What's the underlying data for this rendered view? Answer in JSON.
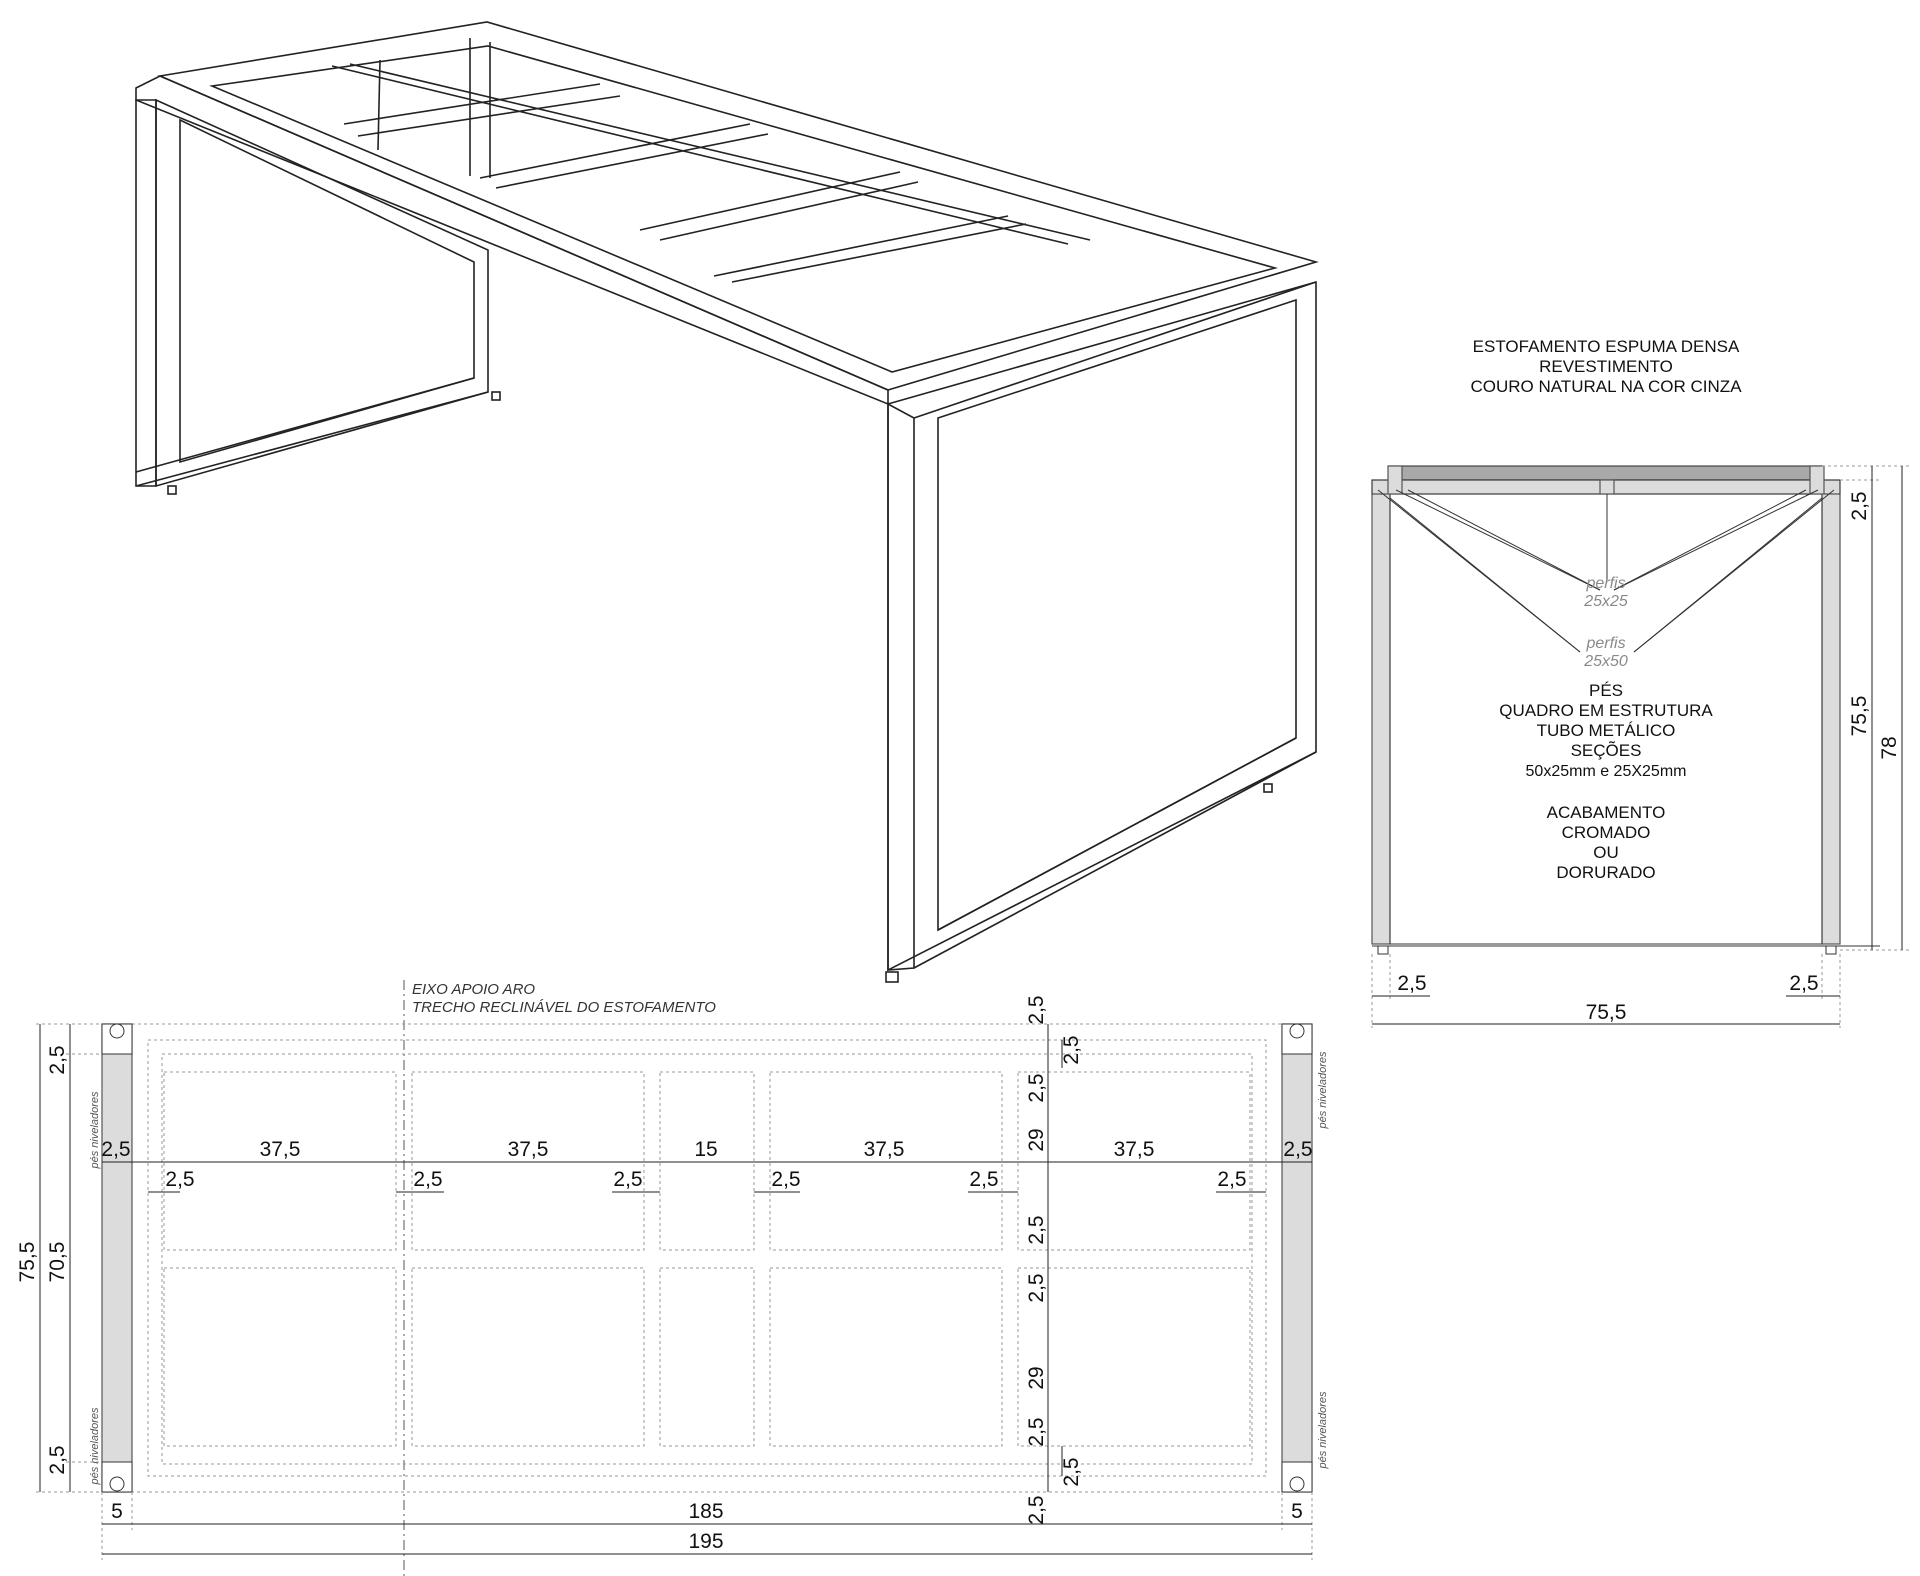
{
  "notes": {
    "upholstery": [
      "ESTOFAMENTO ESPUMA DENSA",
      "REVESTIMENTO",
      "COURO NATURAL NA COR CINZA"
    ],
    "profile_small": [
      "perfis",
      "25x25"
    ],
    "profile_large": [
      "perfis",
      "25x50"
    ],
    "structure": [
      "PÉS",
      "QUADRO EM ESTRUTURA",
      "TUBO METÁLICO",
      "SEÇÕES",
      "50x25mm e 25X25mm"
    ],
    "finish": [
      "ACABAMENTO",
      "CROMADO",
      "OU",
      "DORURADO"
    ],
    "axis": [
      "EIXO APOIO ARO",
      "TRECHO RECLINÁVEL DO ESTOFAMENTO"
    ],
    "leveling_feet": "pés niveladores"
  },
  "plan_dims": {
    "total_width": "195",
    "inner_width": "185",
    "end_left": "5",
    "end_right": "5",
    "total_depth": "75,5",
    "inner_depth": "70,5",
    "edge": "2,5",
    "bays": [
      "37,5",
      "37,5",
      "15",
      "37,5",
      "37,5"
    ],
    "bay_height": "29",
    "gap": "2,5"
  },
  "section_dims": {
    "width": "75,5",
    "height_total": "78",
    "height_legs": "75,5",
    "top": "2,5",
    "leg_left": "2,5",
    "leg_right": "2,5"
  }
}
